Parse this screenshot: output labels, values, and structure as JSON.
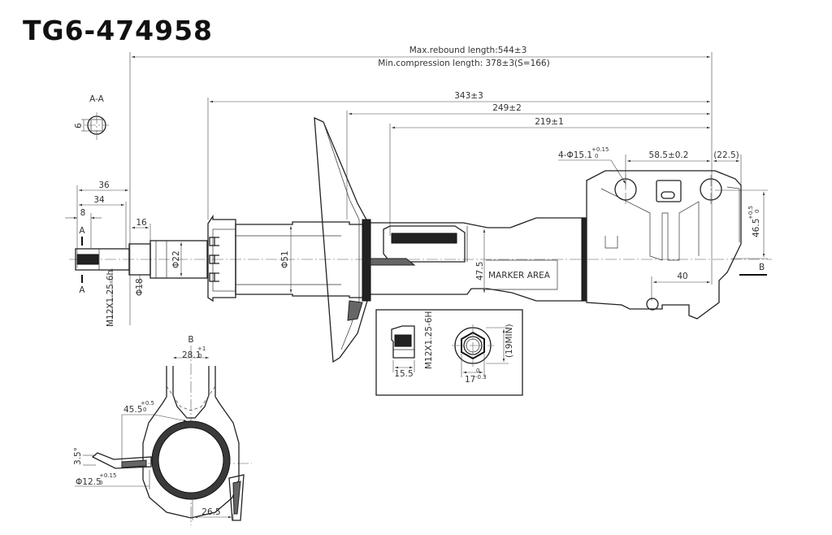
{
  "part_number": "TG6-474958",
  "dimensions": {
    "max_rebound": "Max.rebound length:544±3",
    "min_compression": "Min.compression length: 378±3(S=166)",
    "d343": "343±3",
    "d249": "249±2",
    "d219": "219±1",
    "holes": "4-Φ15.1",
    "holes_tol_upper": "+0.15",
    "holes_tol_lower": "0",
    "d58_5": "58.5±0.2",
    "d22_5": "(22.5)",
    "d36": "36",
    "d34": "34",
    "d8": "8",
    "d16": "16",
    "dia22": "Φ22",
    "dia51": "Φ51",
    "dia18": "Φ18",
    "thread": "M12X1.25-6h",
    "d47_5": "47.5",
    "marker": "MARKER AREA",
    "d46_5": "46.5",
    "d46_5_tol_upper": "+0.5",
    "d46_5_tol_lower": "0",
    "d40": "40"
  },
  "section_views": {
    "aa_title": "A-A",
    "aa_size": "6",
    "a_top": "A",
    "a_bottom": "A",
    "b_label": "B",
    "b_title": "B"
  },
  "nut_detail": {
    "thread": "M12X1.25-6H",
    "d15_5": "15.5",
    "d17": "17",
    "d17_tol_upper": "0",
    "d17_tol_lower": "-0.3",
    "d19min": "(19MIN)"
  },
  "view_b": {
    "d28_1": "28.1",
    "d28_1_tol_upper": "+1",
    "d28_1_tol_lower": "0",
    "d45_5": "45.5",
    "d45_5_tol_upper": "+0.5",
    "d45_5_tol_lower": "0",
    "d3_5": "3.5°",
    "d12_5": "Φ12.5",
    "d12_5_tol_upper": "+0.15",
    "d12_5_tol_lower": "0",
    "d26_5": "26.5"
  }
}
